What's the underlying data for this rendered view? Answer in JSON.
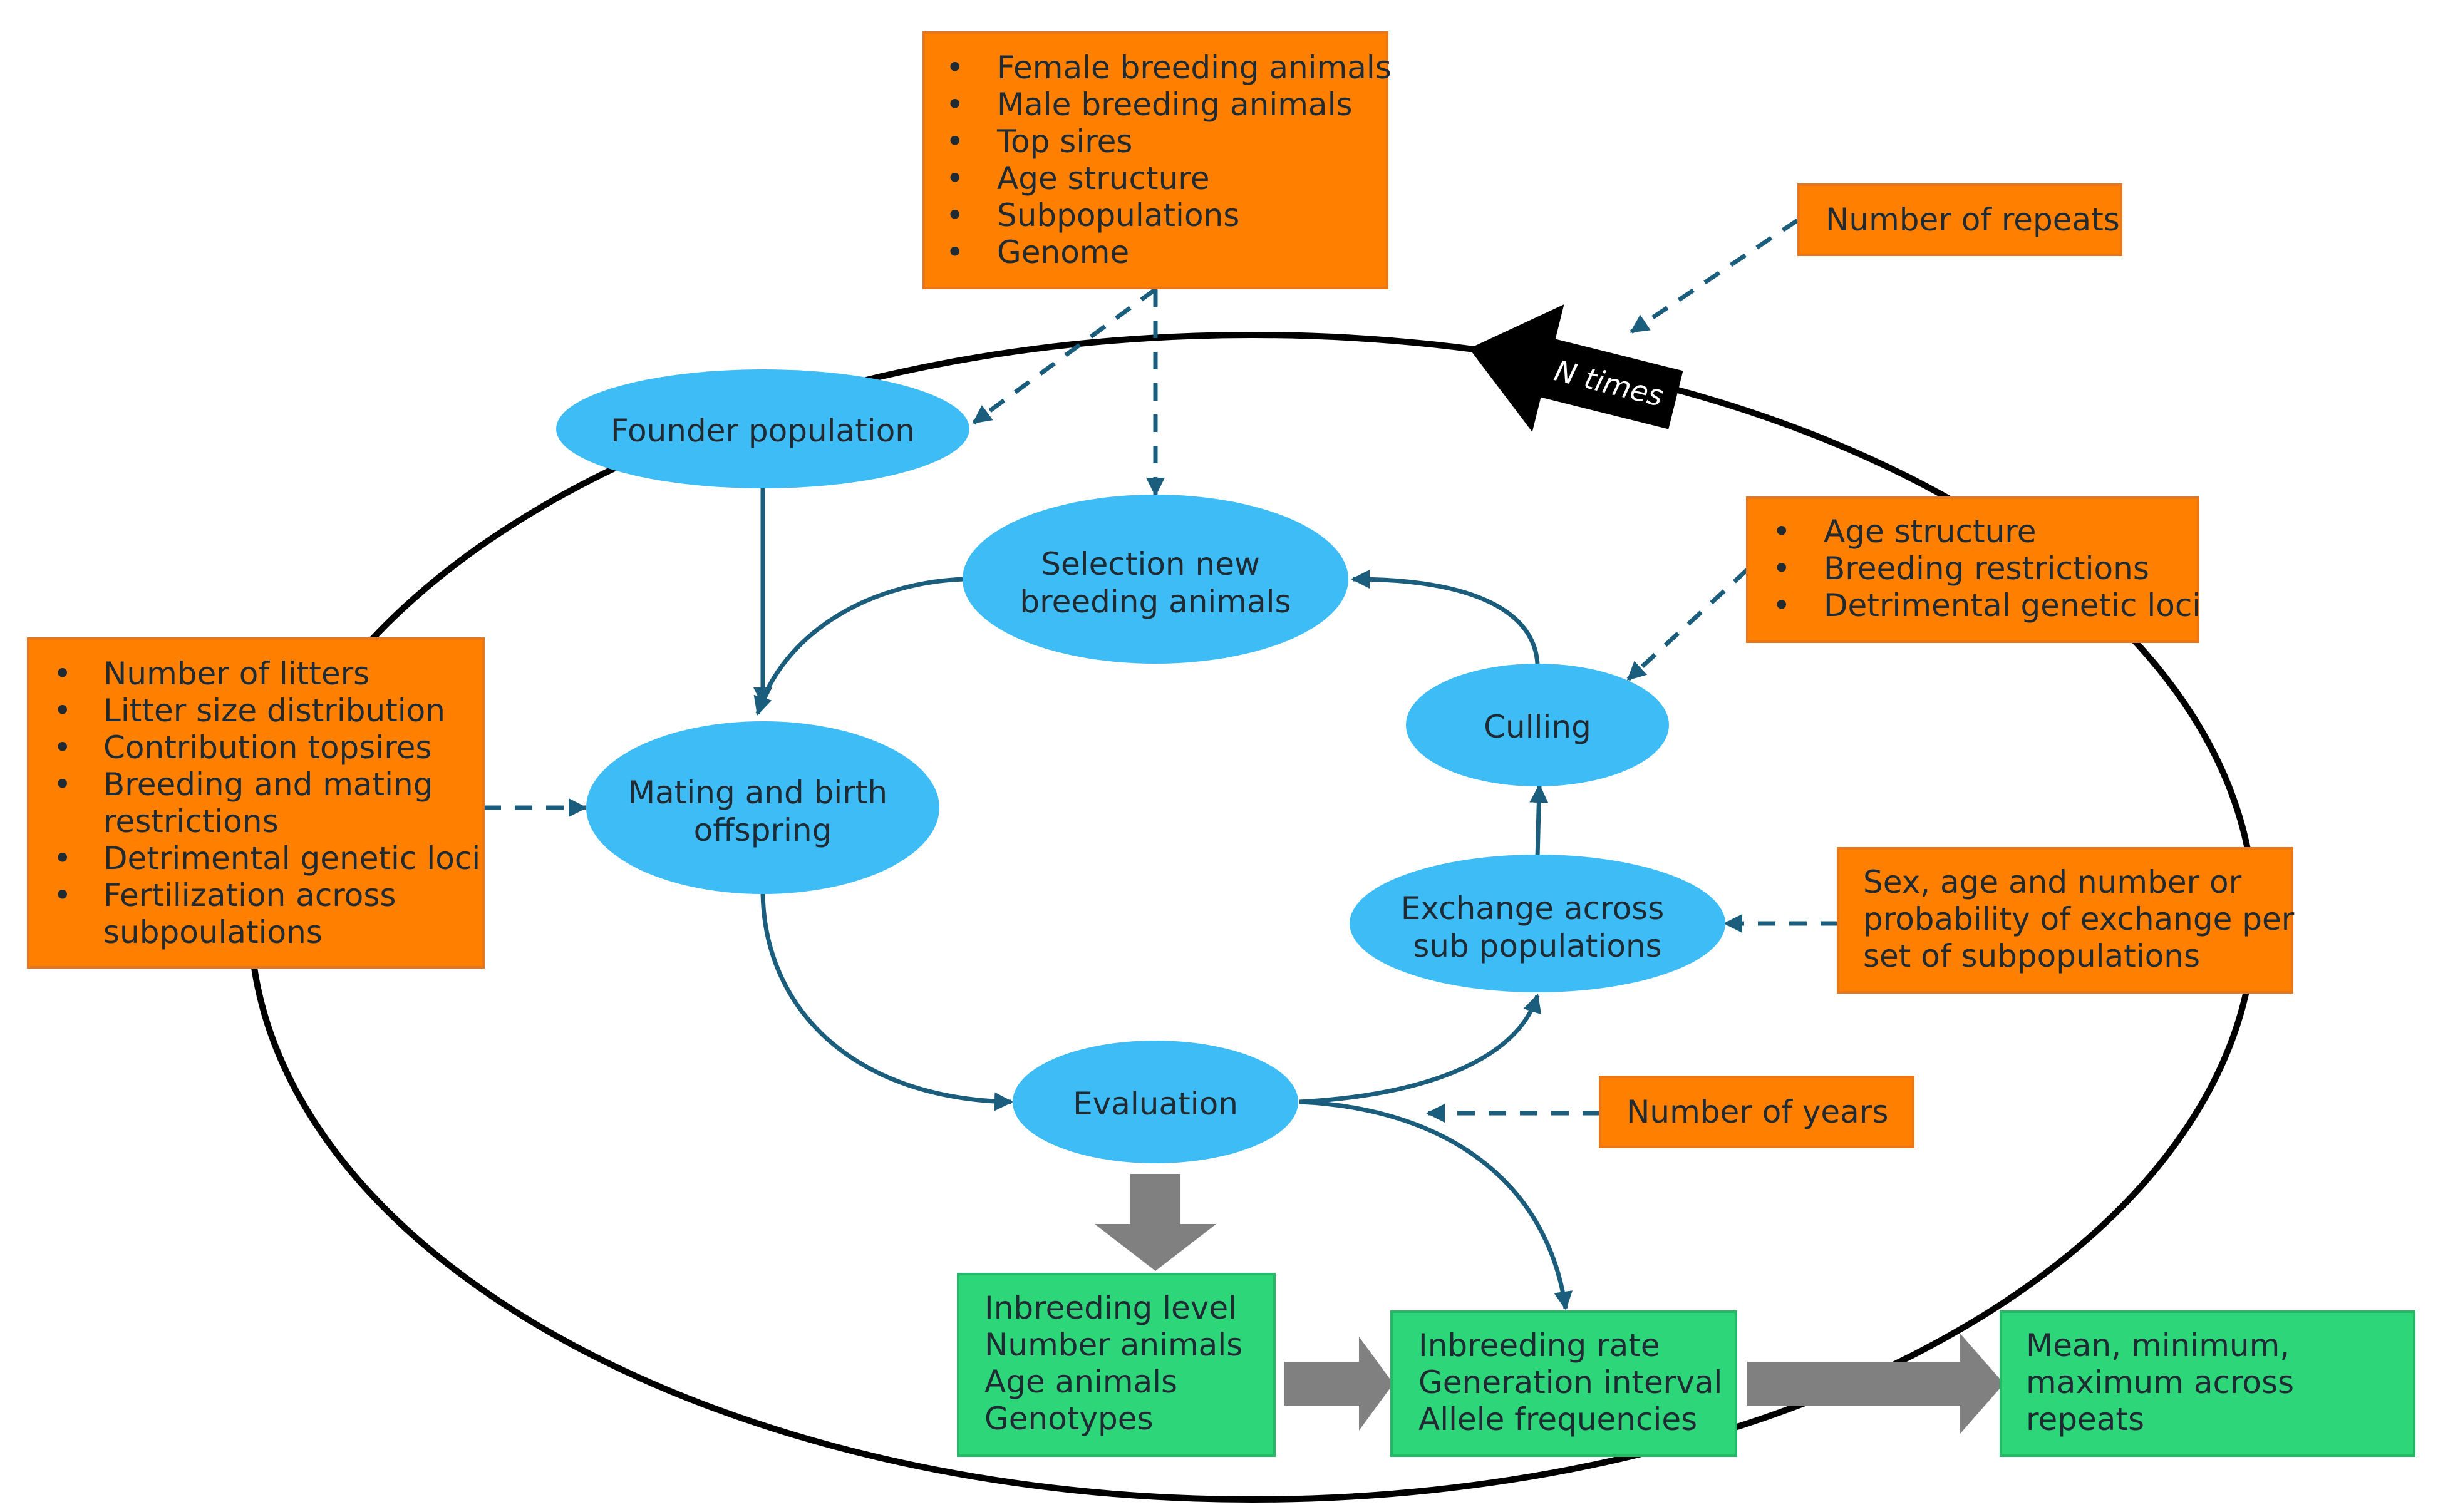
{
  "colors": {
    "orange": "#ff7f00",
    "orange_border": "#e8761a",
    "green": "#2ed67a",
    "green_border": "#25b866",
    "ellipse": "#3dbcf6",
    "arrow_blue": "#1b5d7c",
    "gray": "#808080",
    "black": "#000000"
  },
  "loop_arrow": {
    "label": "N times"
  },
  "nodes": {
    "founder": {
      "lines": [
        "Founder population"
      ]
    },
    "selection": {
      "lines": [
        "Selection new",
        "breeding animals"
      ]
    },
    "mating": {
      "lines": [
        "Mating and birth",
        "offspring"
      ]
    },
    "culling": {
      "lines": [
        "Culling"
      ]
    },
    "exchange": {
      "lines": [
        "Exchange across",
        "sub populations"
      ]
    },
    "evaluation": {
      "lines": [
        "Evaluation"
      ]
    }
  },
  "orange_boxes": {
    "population_params": {
      "items": [
        "Female breeding animals",
        "Male breeding animals",
        "Top sires",
        "Age structure",
        "Subpopulations",
        "Genome"
      ]
    },
    "repeats": {
      "lines": [
        "Number of repeats"
      ]
    },
    "culling_params": {
      "items": [
        "Age structure",
        "Breeding restrictions",
        "Detrimental genetic loci"
      ]
    },
    "mating_params": {
      "items": [
        "Number of litters",
        "Litter size distribution",
        "Contribution topsires",
        "Breeding and mating restrictions",
        "Detrimental genetic loci",
        "Fertilization across subpoulations"
      ]
    },
    "exchange_params": {
      "lines": [
        "Sex, age and number  or",
        "probability of exchange per",
        "set of subpopulations"
      ]
    },
    "years": {
      "lines": [
        "Number of years"
      ]
    }
  },
  "green_boxes": {
    "outputs_a": {
      "lines": [
        "Inbreeding level",
        "Number animals",
        "Age animals",
        "Genotypes"
      ]
    },
    "outputs_b": {
      "lines": [
        "Inbreeding rate",
        "Generation interval",
        "Allele frequencies"
      ]
    },
    "outputs_c": {
      "lines": [
        "Mean, minimum,",
        "maximum across",
        "repeats"
      ]
    }
  }
}
